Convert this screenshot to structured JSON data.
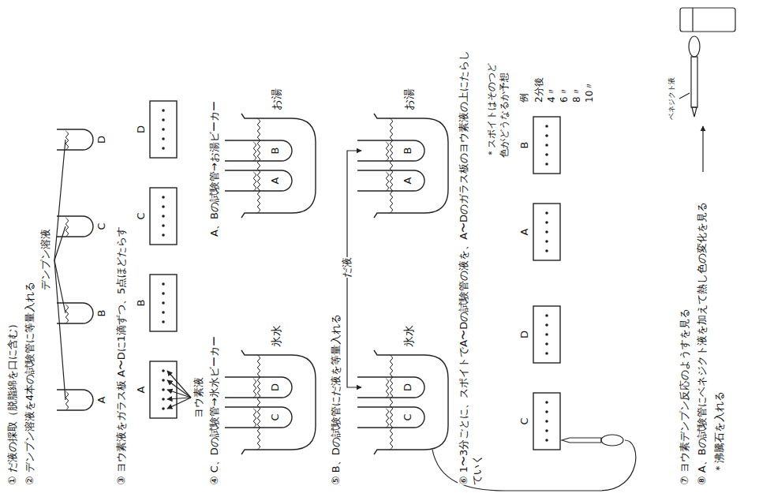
{
  "diagram": {
    "nodes": [
      {
        "text": [
          "A"
        ]
      },
      {
        "text": [
          "B"
        ]
      },
      {
        "text": [
          "C"
        ]
      },
      {
        "text": [
          "D"
        ]
      },
      {
        "text": [
          "A"
        ]
      },
      {
        "text": [
          "B"
        ]
      },
      {
        "text": [
          "C"
        ]
      },
      {
        "text": [
          "D"
        ]
      },
      {
        "text": [
          "氷水"
        ]
      },
      {
        "text": [
          "C"
        ],
        "in": 8
      },
      {
        "text": [
          "D"
        ],
        "in": 8
      },
      {
        "text": [
          "お湯"
        ]
      },
      {
        "text": [
          "A"
        ],
        "in": 11
      },
      {
        "text": [
          "B"
        ],
        "in": 11
      },
      {
        "text": [
          "氷水"
        ]
      },
      {
        "text": [
          "C"
        ],
        "in": 14
      },
      {
        "text": [
          "D"
        ],
        "in": 14
      },
      {
        "text": [
          "お湯"
        ]
      },
      {
        "text": [
          "A"
        ],
        "in": 17
      },
      {
        "text": [
          "B"
        ],
        "in": 17
      },
      {
        "text": [
          "C"
        ]
      },
      {
        "text": [
          "D"
        ]
      },
      {
        "text": [
          "A"
        ]
      },
      {
        "text": [
          "B"
        ]
      }
    ],
    "labels": [
      "① だ液の採取（脱脂綿を口に含む）",
      "② デンプン溶液を4本の試験管に等量入れる",
      "デンプン溶液",
      "③ ヨウ素液をガラス板 A〜Dに1滴ずつ、5点ほどたらす",
      "ヨウ素液",
      "④ C、Dの試験管→氷水ビーカー",
      "A、Bの試験管→お湯ビーカー",
      "⑤ B、Dの試験管にだ液を等量入れる",
      "だ液",
      "⑥ 1〜3分ごとに、スポイトでA〜Dの試験管の液を、A〜Dのガラス板のヨウ素液の上にたらしていく",
      "＊スポイトはそのつど",
      "色がどうなるか予想",
      "例",
      "2分後",
      "4〃",
      "6〃",
      "8〃",
      "10〃",
      "⑦ ヨウ素デンプン反応のようすを見る",
      "⑧ A、Bの試験管にベネジクト液を加えて熱し色の変化を見る",
      "＊沸騰石を入れる",
      "ベネジクト液"
    ]
  }
}
